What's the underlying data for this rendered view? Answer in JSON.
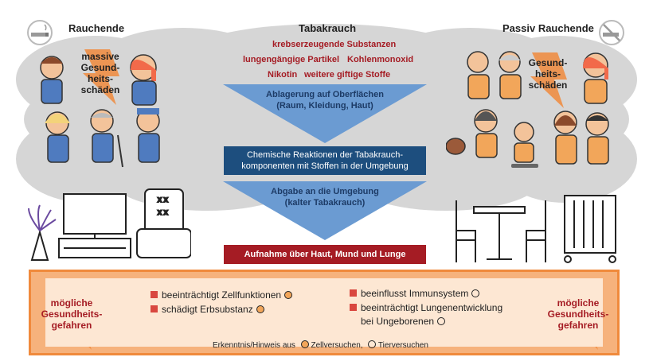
{
  "left_title": "Rauchende",
  "center_title": "Tabakrauch",
  "right_title": "Passiv Rauchende",
  "left_badge": [
    "massive",
    "Gesund-",
    "heits-",
    "schäden"
  ],
  "right_badge": [
    "Gesund-",
    "heits-",
    "schäden"
  ],
  "substances": {
    "line1": "krebserzeugende Substanzen",
    "line2a": "lungengängige Partikel",
    "line2b": "Kohlenmonoxid",
    "line3a": "Nikotin",
    "line3b": "weitere giftige Stoffe"
  },
  "flow": {
    "deposit": [
      "Ablagerung auf Oberflächen",
      "(Raum, Kleidung, Haut)"
    ],
    "reaction": [
      "Chemische Reaktionen der Tabakrauch-",
      "komponenten mit Stoffen in der Umgebung"
    ],
    "release": [
      "Abgabe an die Umgebung",
      "(kalter Tabakrauch)"
    ],
    "uptake": "Aufnahme über Haut, Mund und Lunge"
  },
  "risks": {
    "side_label": [
      "mögliche",
      "Gesundheits-",
      "gefahren"
    ],
    "items_left": [
      {
        "text": "beeinträchtigt Zellfunktionen",
        "marker": "cell"
      },
      {
        "text": "schädigt Erbsubstanz",
        "marker": "cell"
      }
    ],
    "items_right": [
      {
        "text": "beeinflusst Immunsystem",
        "marker": "animal"
      },
      {
        "text": "beeinträchtigt Lungenentwicklung",
        "marker": ""
      },
      {
        "text": "bei Ungeborenen",
        "marker": "animal"
      }
    ],
    "footnote_prefix": "Erkenntnis/Hinweis aus",
    "footnote_cell": "Zellversuchen,",
    "footnote_animal": "Tierversuchen"
  },
  "colors": {
    "accent_red": "#a51c24",
    "flow_blue": "#6b9bd2",
    "flow_dark": "#1d4e7e",
    "orange": "#f08a3c",
    "smoke": "#d3d3d3"
  }
}
